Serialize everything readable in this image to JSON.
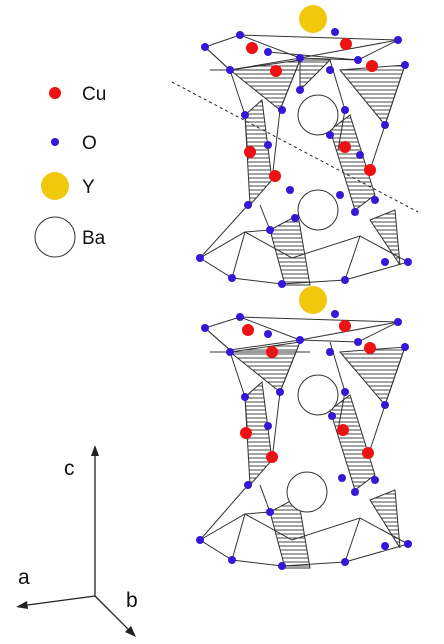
{
  "legend": {
    "cu": "Cu",
    "o": "O",
    "y": "Y",
    "ba": "Ba"
  },
  "axes": {
    "c": "c",
    "a": "a",
    "b": "b"
  },
  "colors": {
    "cu": "#ee1111",
    "o": "#3318d8",
    "y": "#f2c80f",
    "ba": "#ffffff",
    "line": "#333333"
  }
}
